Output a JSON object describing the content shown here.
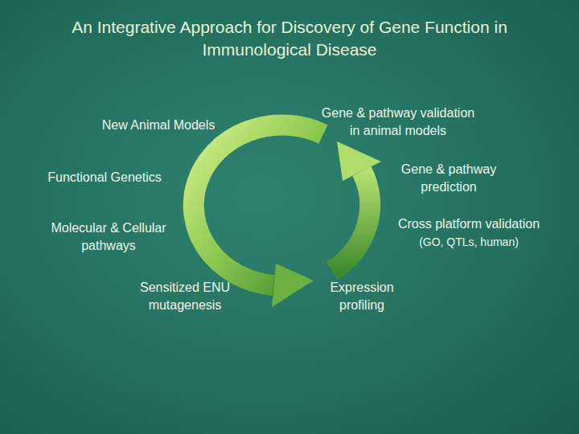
{
  "diagram": {
    "title": "An Integrative Approach for Discovery of Gene Function in Immunological Disease",
    "labels": [
      "New Animal Models",
      "Functional Genetics",
      "Molecular & Cellular pathways",
      "Sensitized ENU mutagenesis",
      "Gene & pathway validation in animal models",
      "Gene & pathway prediction",
      "Cross platform validation",
      "(GO, QTLs, human)",
      "Expression profiling"
    ]
  }
}
